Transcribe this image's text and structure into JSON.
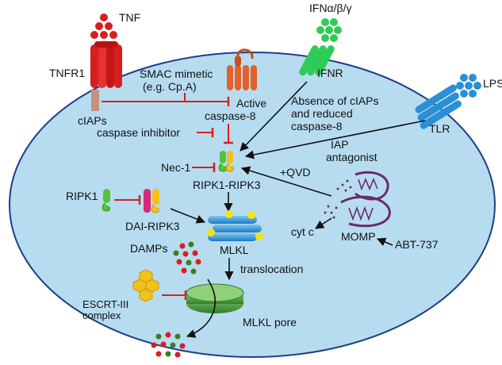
{
  "labels": {
    "tnf": "TNF",
    "tnfr1": "TNFR1",
    "smac": "SMAC mimetic",
    "smac_eg": "(e.g. Cp.A)",
    "ciaps": "cIAPs",
    "caspase_inhibitor": "caspase inhibitor",
    "active": "Active",
    "caspase8": "caspase-8",
    "ifn": "IFNα/β/γ",
    "ifnr": "IFNR",
    "lps": "LPS",
    "tlr": "TLR",
    "absence_1": "Absence of cIAPs",
    "absence_2": "and reduced",
    "absence_3": "caspase-8",
    "nec1": "Nec-1",
    "ripk1_ripk3": "RIPK1-RIPK3",
    "iap_1": "IAP",
    "iap_2": "antagonist",
    "qvd": "+QVD",
    "ripk1": "RIPK1",
    "dai_ripk3": "DAI-RIPK3",
    "mlkl": "MLKL",
    "cytc": "cyt c",
    "momp": "MOMP",
    "abt": "ABT-737",
    "damps": "DAMPs",
    "translocation": "translocation",
    "escrt_1": "ESCRT-III",
    "escrt_2": "complex",
    "pore": "MLKL pore"
  },
  "colors": {
    "cell_fill": "#b7dcef",
    "cell_stroke": "#1d3e8a",
    "tnf": "#d81e1e",
    "ifnr": "#2ecc56",
    "tlr": "#2b8fd6",
    "caspase8": "#e2622a",
    "ripk1": "#56c23a",
    "ripk3": "#f2c21b",
    "dai": "#d82a78",
    "mlkl": "#3399dd",
    "mlkl_dot": "#f5e316",
    "pore": "#2f8c2c",
    "escrt": "#f2c21b",
    "inhibit": "#d62020",
    "arrow": "#111111",
    "damps_red": "#d81e1e",
    "damps_green": "#3a7d22",
    "mito": "#6a2a6a"
  }
}
